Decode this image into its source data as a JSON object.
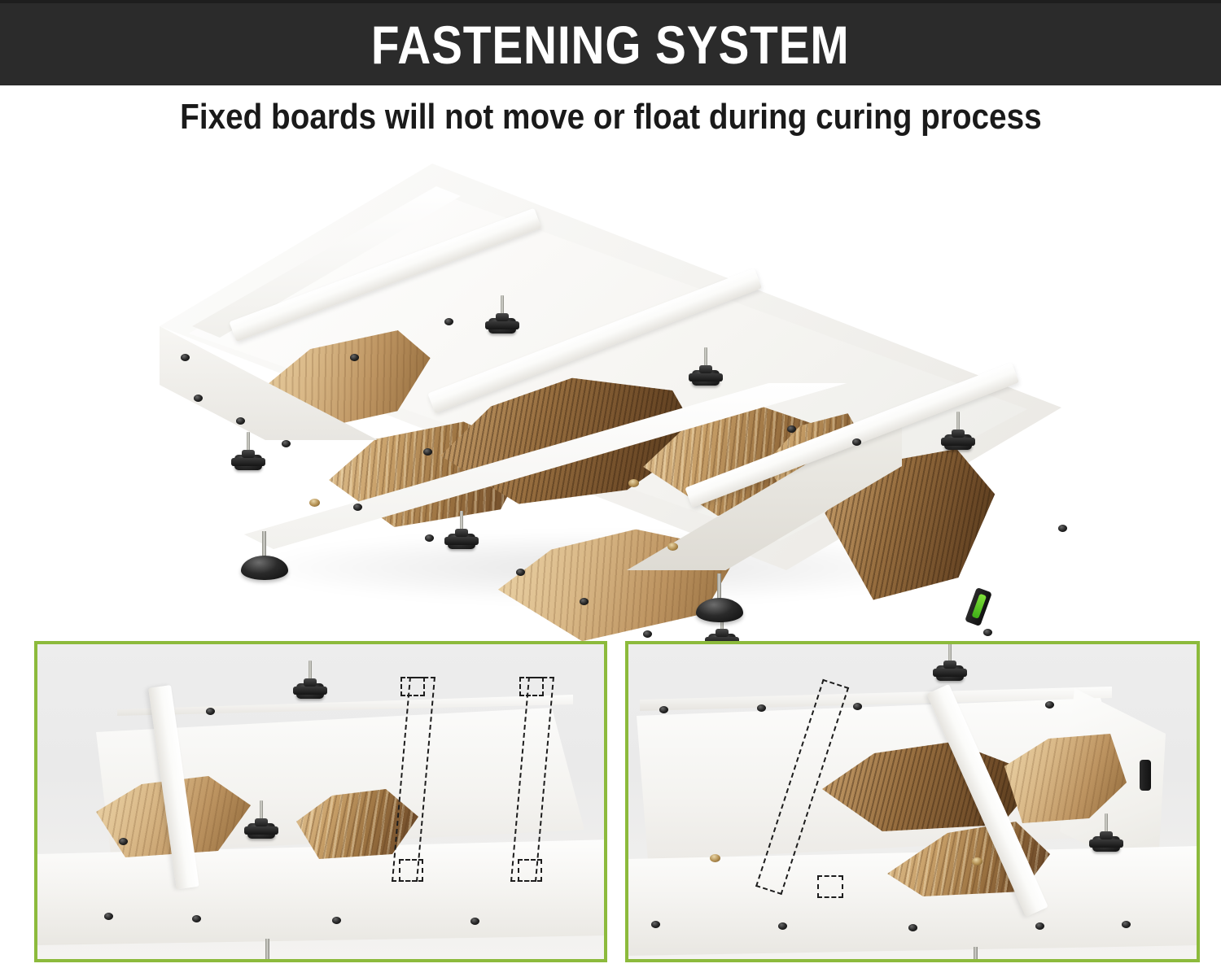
{
  "header": {
    "title": "FASTENING SYSTEM",
    "banner_color": "#2b2b2b",
    "title_color": "#ffffff"
  },
  "subtitle": {
    "text": "Fixed boards will not move or float during curing process",
    "color": "#1a1a1a"
  },
  "hero": {
    "caption": "",
    "product": "White HDPE epoxy river table mold with adjustable fastening bars",
    "components": {
      "mold_body": "white-hdpe-tray",
      "clamp_bars": 3,
      "knob_clamps": 6,
      "leveling_feet": 2,
      "bubble_level": "green-vial-level"
    },
    "colors": {
      "mold_white": "#f6f5f2",
      "knob_black": "#1a1a1a",
      "level_green": "#4fbb1f",
      "wood_light": "#e0c293",
      "wood_dark": "#5f4024"
    }
  },
  "insets": [
    {
      "name": "left-detail",
      "border_color": "#8cba3c",
      "background": "#ededed",
      "description": "Clamp bar fixed over wood slabs with two dashed ghost positions to the right",
      "ghost_positions": 2,
      "knob_clamps": 2
    },
    {
      "name": "right-detail",
      "border_color": "#8cba3c",
      "background": "#ededed",
      "description": "Clamp bar angled across wood slabs with one dashed ghost position at left",
      "ghost_positions": 1,
      "knob_clamps": 2
    }
  ]
}
